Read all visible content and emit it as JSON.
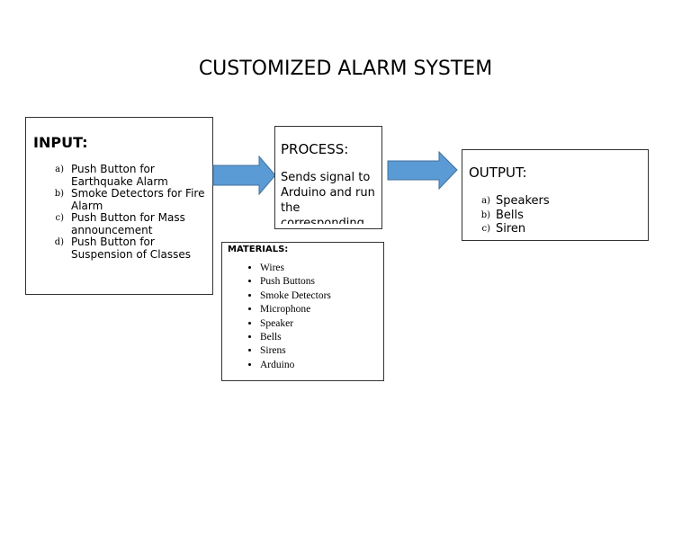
{
  "title": "CUSTOMIZED ALARM SYSTEM",
  "colors": {
    "arrow_fill": "#5b9bd5",
    "arrow_stroke": "#41719c"
  },
  "input": {
    "heading": "INPUT:",
    "items": [
      {
        "marker": "a)",
        "text": "Push Button for Earthquake Alarm"
      },
      {
        "marker": "b)",
        "text": "Smoke Detectors for Fire Alarm"
      },
      {
        "marker": "c)",
        "text": "Push Button for Mass announcement"
      },
      {
        "marker": "d)",
        "text": "Push Button for Suspension of Classes"
      }
    ]
  },
  "process": {
    "heading": "PROCESS:",
    "text": "Sends signal to Arduino and run the corresponding"
  },
  "materials": {
    "heading": "MATERIALS:",
    "items": [
      "Wires",
      "Push Buttons",
      "Smoke Detectors",
      "Microphone",
      "Speaker",
      "Bells",
      "Sirens",
      "Arduino"
    ]
  },
  "output": {
    "heading": "OUTPUT:",
    "items": [
      {
        "marker": "a)",
        "text": "Speakers"
      },
      {
        "marker": "b)",
        "text": "Bells"
      },
      {
        "marker": "c)",
        "text": "Siren"
      }
    ]
  }
}
